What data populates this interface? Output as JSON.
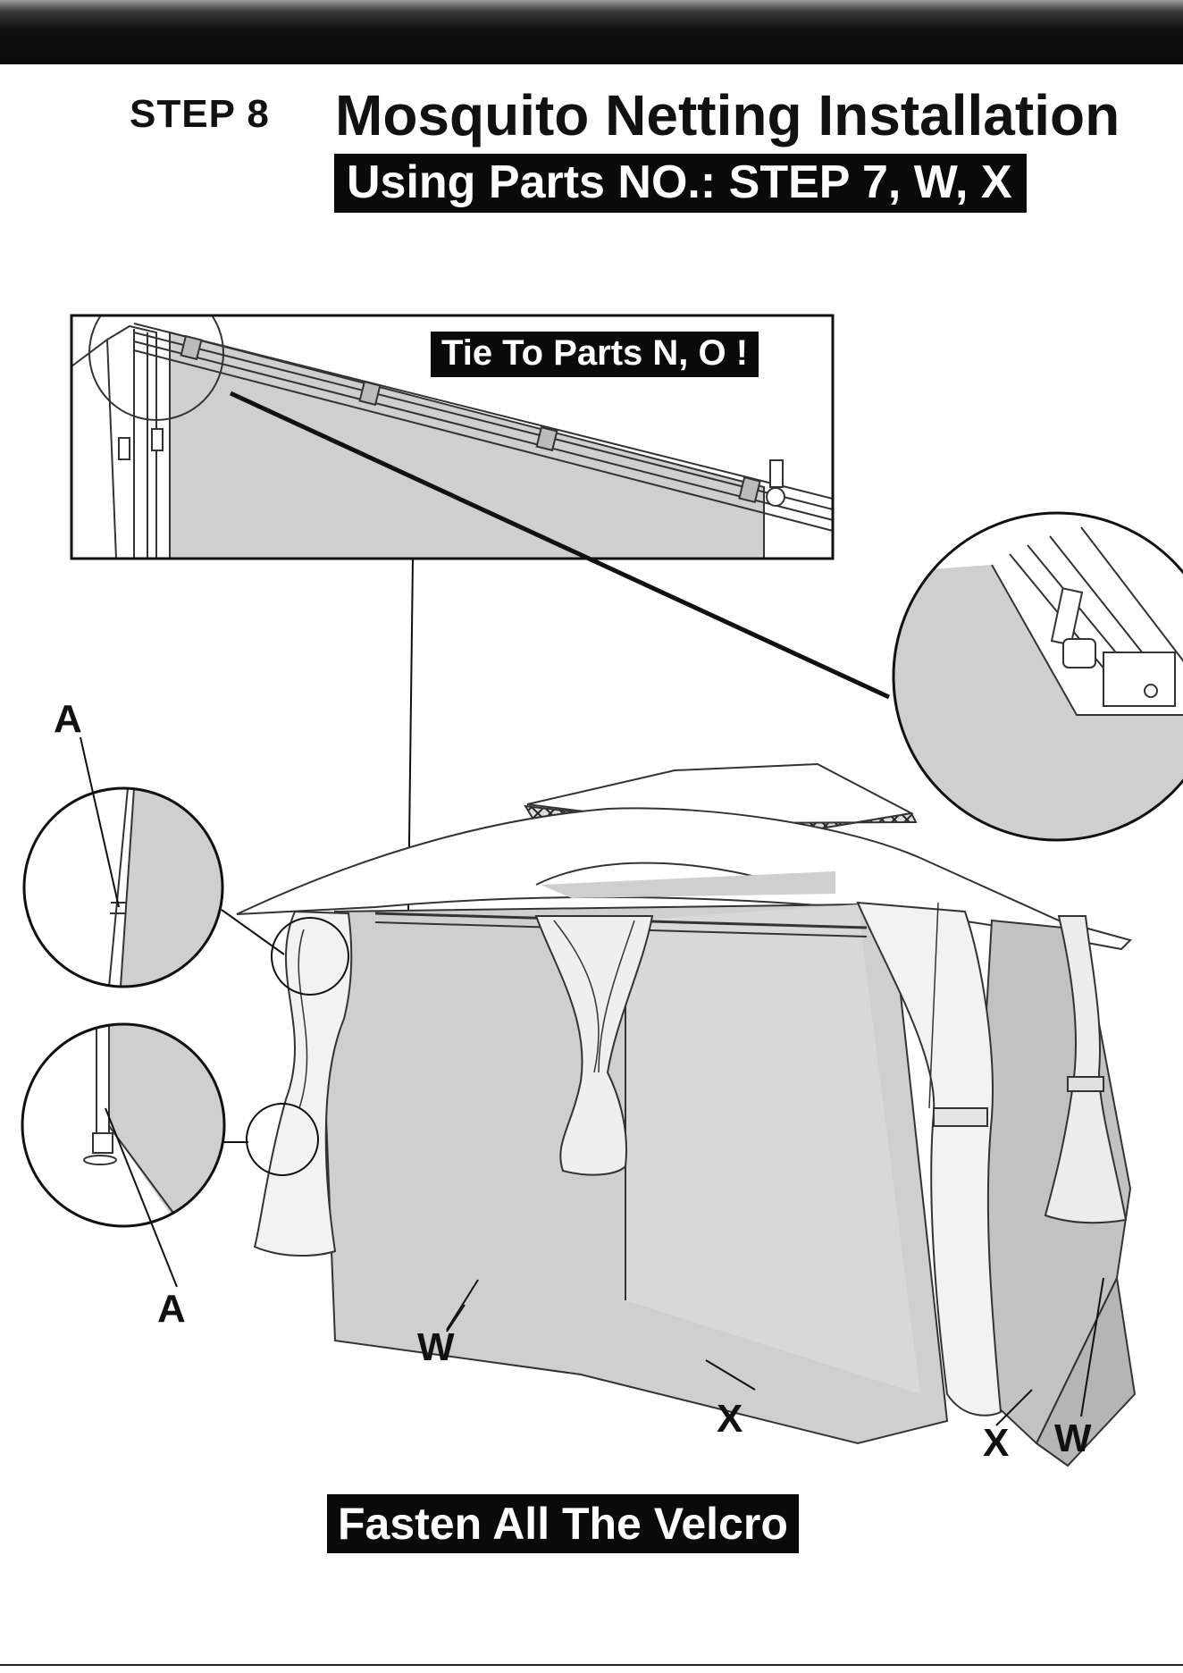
{
  "header": {
    "step": "STEP 8",
    "title": "Mosquito Netting Installation",
    "parts": "Using Parts NO.: STEP 7, W, X"
  },
  "callouts": {
    "tie": "Tie To Parts N, O !",
    "fasten": "Fasten All The Velcro"
  },
  "labels": {
    "a_top": "A",
    "a_bottom": "A",
    "w_left": "W",
    "x_middle": "X",
    "x_right": "X",
    "w_right": "W"
  }
}
